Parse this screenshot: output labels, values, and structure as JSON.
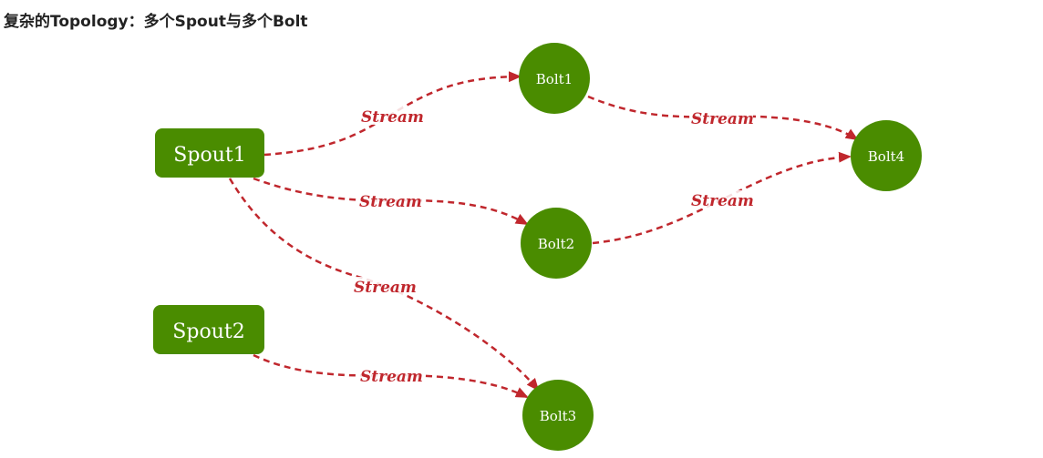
{
  "title": "复杂的Topology：多个Spout与多个Bolt",
  "colors": {
    "node_fill": "#4a8c00",
    "edge": "#c0272d",
    "node_text": "#ffffff"
  },
  "nodes": {
    "spout1": "Spout1",
    "spout2": "Spout2",
    "bolt1": "Bolt1",
    "bolt2": "Bolt2",
    "bolt3": "Bolt3",
    "bolt4": "Bolt4"
  },
  "edges": [
    {
      "from": "Spout1",
      "to": "Bolt1",
      "label": "Stream"
    },
    {
      "from": "Spout1",
      "to": "Bolt2",
      "label": "Stream"
    },
    {
      "from": "Spout1",
      "to": "Bolt3",
      "label": "Stream"
    },
    {
      "from": "Spout2",
      "to": "Bolt3",
      "label": "Stream"
    },
    {
      "from": "Bolt1",
      "to": "Bolt4",
      "label": "Stream"
    },
    {
      "from": "Bolt2",
      "to": "Bolt4",
      "label": "Stream"
    }
  ]
}
